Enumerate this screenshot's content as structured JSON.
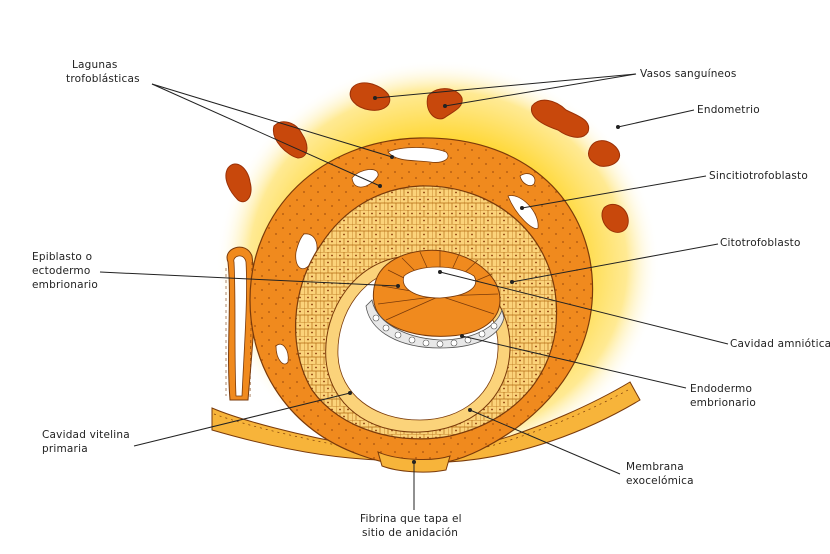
{
  "labels": {
    "lagunas_1": "Lagunas",
    "lagunas_2": "trofoblásticas",
    "vasos": "Vasos sanguíneos",
    "endometrio": "Endometrio",
    "sincitio": "Sincitiotrofoblasto",
    "citotrofo": "Citotrofoblasto",
    "epiblasto_1": "Epiblasto o",
    "epiblasto_2": "ectodermo",
    "epiblasto_3": "embrionario",
    "amniotica": "Cavidad amniótica",
    "endodermo_1": "Endodermo",
    "endodermo_2": "embrionario",
    "vitelina_1": "Cavidad vitelina",
    "vitelina_2": "primaria",
    "membrana_1": "Membrana",
    "membrana_2": "exocelómica",
    "fibrina_1": "Fibrina que tapa el",
    "fibrina_2": "sitio de anidación"
  },
  "colors": {
    "endometrium_glow": "#ffd21a",
    "vessel": "#c8480c",
    "syncytio": "#f08a1e",
    "cytotropho": "#f7b43a",
    "cell_fill": "#fbd37a",
    "cavity": "#ffffff"
  }
}
